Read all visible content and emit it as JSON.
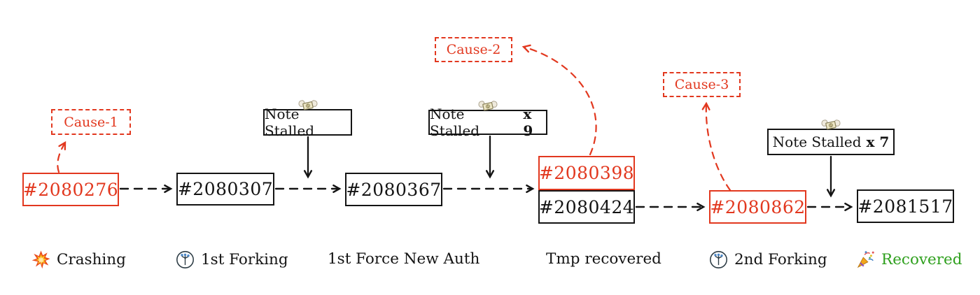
{
  "colors": {
    "ink": "#141414",
    "red": "#e2381f",
    "green": "#2fa01e",
    "background": "#ffffff"
  },
  "blocks": [
    {
      "label": "#2080276",
      "variant": "red"
    },
    {
      "label": "#2080307",
      "variant": "black"
    },
    {
      "label": "#2080367",
      "variant": "black"
    },
    {
      "label": "#2080398",
      "variant": "red"
    },
    {
      "label": "#2080424",
      "variant": "black"
    },
    {
      "label": "#2080862",
      "variant": "red"
    },
    {
      "label": "#2081517",
      "variant": "black"
    }
  ],
  "causes": [
    {
      "label": "Cause-1"
    },
    {
      "label": "Cause-2"
    },
    {
      "label": "Cause-3"
    }
  ],
  "notes": [
    {
      "label": "Note Stalled",
      "multiplier": "",
      "icon": "money-with-wings-icon"
    },
    {
      "label": "Note Stalled",
      "multiplier": "x 9",
      "icon": "money-with-wings-icon"
    },
    {
      "label": "Note Stalled",
      "multiplier": "x 7",
      "icon": "money-with-wings-icon"
    }
  ],
  "legend": [
    {
      "label": "Crashing",
      "icon": "collision-icon"
    },
    {
      "label": "1st Forking",
      "icon": "fork-icon"
    },
    {
      "label": "1st Force New Auth",
      "icon": ""
    },
    {
      "label": "Tmp recovered",
      "icon": ""
    },
    {
      "label": "2nd Forking",
      "icon": "fork-icon"
    },
    {
      "label": "Recovered",
      "icon": "party-popper-icon",
      "color": "green"
    }
  ]
}
